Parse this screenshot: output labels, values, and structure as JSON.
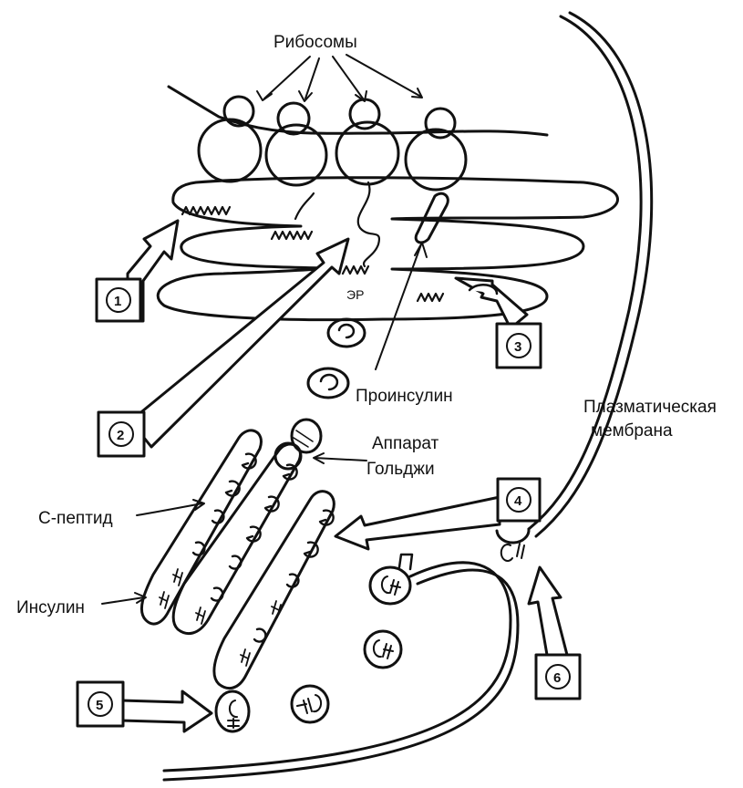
{
  "labels": {
    "ribosomes": "Рибосомы",
    "er": "ЭР",
    "proinsulin": "Проинсулин",
    "plasma_membrane_line1": "Плазматическая",
    "plasma_membrane_line2": "мембрана",
    "golgi_line1": "Аппарат",
    "golgi_line2": "Гольджи",
    "c_peptide": "С-пептид",
    "insulin": "Инсулин"
  },
  "steps": [
    "1",
    "2",
    "3",
    "4",
    "5",
    "6"
  ],
  "colors": {
    "ink": "#111111",
    "paper": "#ffffff"
  }
}
